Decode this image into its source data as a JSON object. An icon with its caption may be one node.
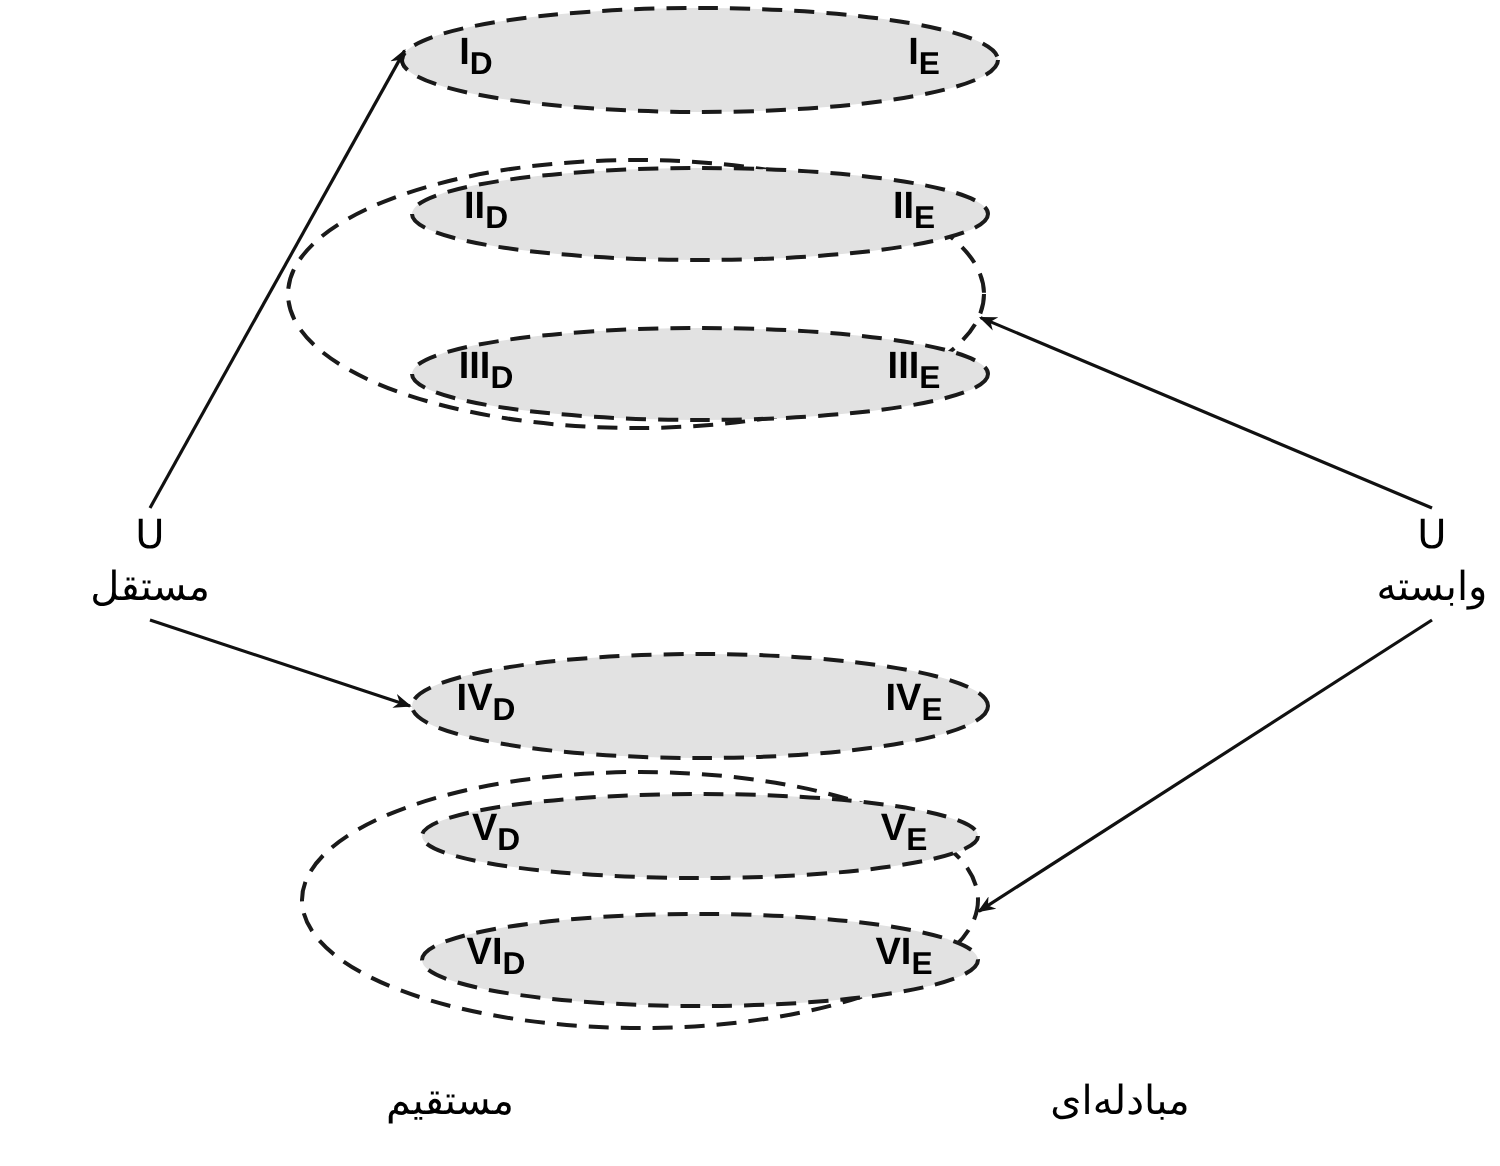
{
  "diagram": {
    "nodes": [
      {
        "text": [
          "I$_{E}$",
          "I$_{D}$"
        ]
      },
      {
        "text": [],
        "shape": "ellipse"
      },
      {
        "text": [
          "II$_{E}$",
          "II$_{D}$"
        ],
        "in": 1
      },
      {
        "text": [
          "III$_{E}$",
          "III$_{D}$"
        ],
        "in": 1
      },
      {
        "text": [
          "U",
          "وابسته"
        ]
      },
      {
        "text": [
          "U",
          "مستقل"
        ]
      },
      {
        "text": [
          "IV$_{E}$",
          "IV$_{D}$"
        ]
      },
      {
        "text": [],
        "shape": "ellipse"
      },
      {
        "text": [
          "V$_{E}$",
          "V$_{D}$"
        ],
        "in": 7
      },
      {
        "text": [
          "VI$_{E}$",
          "VI$_{D}$"
        ],
        "in": 7
      }
    ],
    "edges": [
      {
        "from": 4,
        "to": 1,
        "arrow": "to"
      },
      {
        "from": 5,
        "to": 0,
        "arrow": "to"
      },
      {
        "from": 5,
        "to": 6,
        "arrow": "to"
      },
      {
        "from": 4,
        "to": 7,
        "arrow": "to"
      }
    ],
    "labels": [
      "مبادله‌ای",
      "مستقیم"
    ]
  }
}
